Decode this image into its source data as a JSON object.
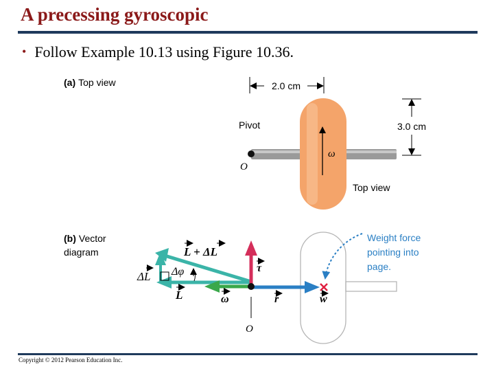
{
  "slide": {
    "title": "A precessing gyroscopic",
    "bullet": "Follow Example 10.13 using Figure 10.36.",
    "copyright": "Copyright © 2012 Pearson Education Inc."
  },
  "figure_a": {
    "part": "(a)",
    "label": "Top view",
    "width_dim": "2.0 cm",
    "height_dim": "3.0 cm",
    "pivot": "Pivot",
    "origin": "O",
    "omega": "ω",
    "view_caption": "Top view"
  },
  "figure_b": {
    "part": "(b)",
    "label_line1": "Vector",
    "label_line2": "diagram",
    "L_plus_dL": "L + ΔL",
    "dL": "ΔL",
    "dphi": "Δφ",
    "L": "L",
    "omega": "ω",
    "tau": "τ",
    "r": "r",
    "w": "w",
    "origin": "O",
    "weight_line1": "Weight force",
    "weight_line2": "pointing into",
    "weight_line3": "page."
  },
  "colors": {
    "title": "#8b1a1a",
    "rule": "#1f3a5c",
    "disk_fill": "#f4a46a",
    "axle": "#9a9a9a",
    "tau_arrow": "#d42e5a",
    "omega_arrow": "#3aa84a",
    "r_arrow": "#2a7fc4",
    "L_arrows": "#3bb4a8",
    "weight_note": "#2a7fc4",
    "x_mark": "#e02040"
  }
}
